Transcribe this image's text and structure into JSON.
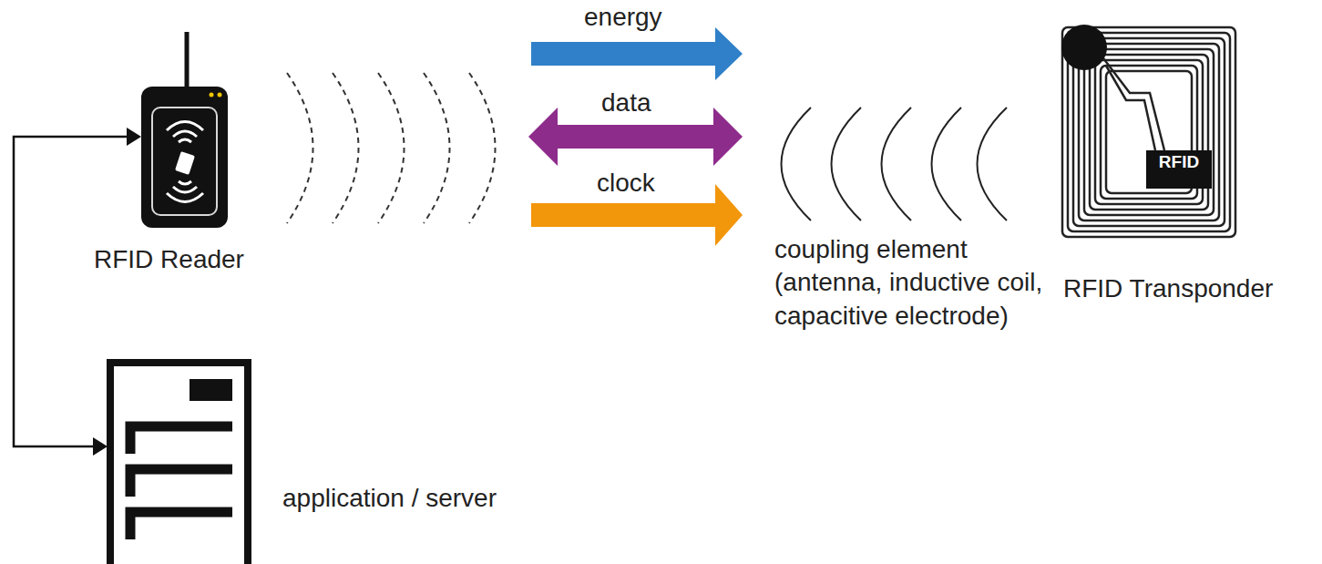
{
  "diagram": {
    "nodes": [
      {
        "text": [
          "RFID Reader"
        ]
      },
      {
        "text": [
          "application / server"
        ]
      },
      {
        "text": [
          "RFID",
          "RFID Transponder"
        ]
      }
    ],
    "edges": [
      {
        "from": 0,
        "to": 1,
        "arrow": "both"
      }
    ],
    "labels": [
      "energy",
      "data",
      "clock",
      "coupling element (antenna, inductive coil, capacitive electrode)"
    ]
  }
}
